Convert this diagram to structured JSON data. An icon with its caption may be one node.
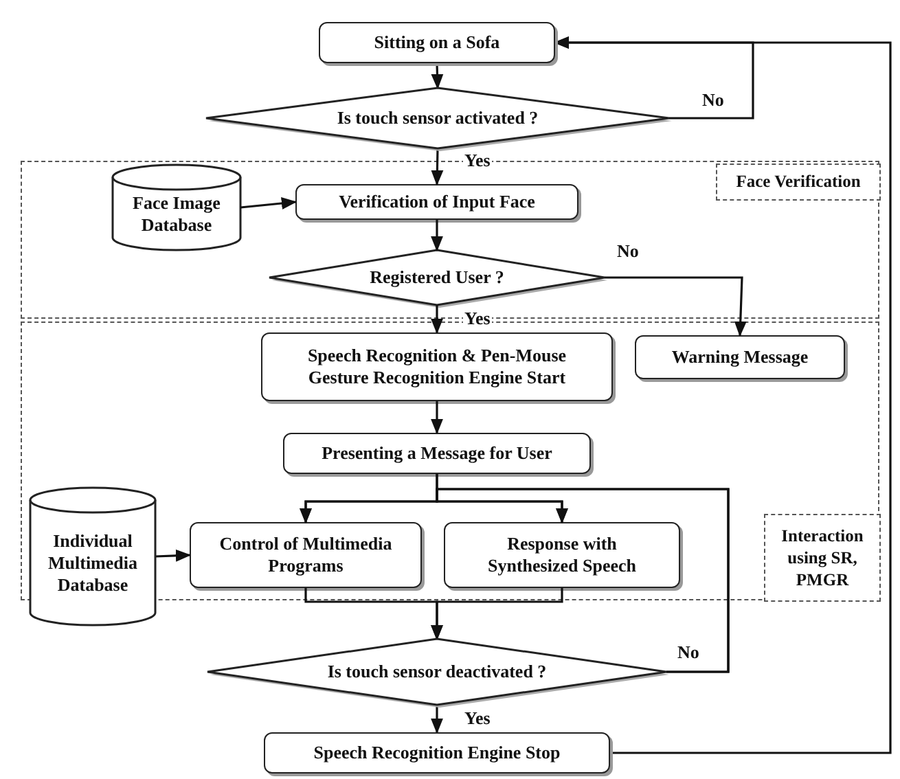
{
  "diagram": {
    "nodes": [
      {
        "text": [
          "Sitting on a Sofa"
        ]
      },
      {
        "text": [
          "Is touch sensor activated ?"
        ]
      },
      {
        "text": [
          "Face Verification"
        ]
      },
      {
        "text": [
          "Face Image Database"
        ],
        "in": 2
      },
      {
        "text": [
          "Verification of Input Face"
        ],
        "in": 2
      },
      {
        "text": [
          "Registered User ?"
        ],
        "in": 2
      },
      {
        "text": [
          "Interaction using SR, PMGR"
        ]
      },
      {
        "text": [
          "Speech Recognition & Pen-Mouse Gesture Recognition Engine Start"
        ],
        "in": 6
      },
      {
        "text": [
          "Warning Message"
        ],
        "in": 6
      },
      {
        "text": [
          "Presenting a Message for User"
        ],
        "in": 6
      },
      {
        "text": [
          "Individual Multimedia Database"
        ]
      },
      {
        "text": [
          "Control of Multimedia Programs"
        ],
        "in": 6
      },
      {
        "text": [
          "Response with Synthesized Speech"
        ],
        "in": 6
      },
      {
        "text": [
          "Is touch sensor deactivated ?"
        ]
      },
      {
        "text": [
          "Speech Recognition Engine Stop"
        ]
      }
    ],
    "edges": [
      {
        "from": 0,
        "to": 1,
        "arrow": "to"
      },
      {
        "from": 1,
        "to": 0,
        "arrow": "to",
        "label": "No"
      },
      {
        "from": 1,
        "to": 4,
        "arrow": "to",
        "label": "Yes"
      },
      {
        "from": 3,
        "to": 4,
        "arrow": "to"
      },
      {
        "from": 4,
        "to": 5,
        "arrow": "to"
      },
      {
        "from": 5,
        "to": 8,
        "arrow": "to",
        "label": "No"
      },
      {
        "from": 5,
        "to": 7,
        "arrow": "to",
        "label": "Yes"
      },
      {
        "from": 7,
        "to": 9,
        "arrow": "to"
      },
      {
        "from": 9,
        "to": 11,
        "arrow": "to"
      },
      {
        "from": 9,
        "to": 12,
        "arrow": "to"
      },
      {
        "from": 10,
        "to": 11,
        "arrow": "to"
      },
      {
        "from": 11,
        "to": 13,
        "arrow": "to"
      },
      {
        "from": 12,
        "to": 13,
        "arrow": "to"
      },
      {
        "from": 13,
        "to": 11,
        "arrow": "to",
        "label": "No"
      },
      {
        "from": 13,
        "to": 12,
        "arrow": "to"
      },
      {
        "from": 13,
        "to": 14,
        "arrow": "to",
        "label": "Yes"
      },
      {
        "from": 14,
        "to": 0,
        "arrow": "to"
      }
    ]
  }
}
